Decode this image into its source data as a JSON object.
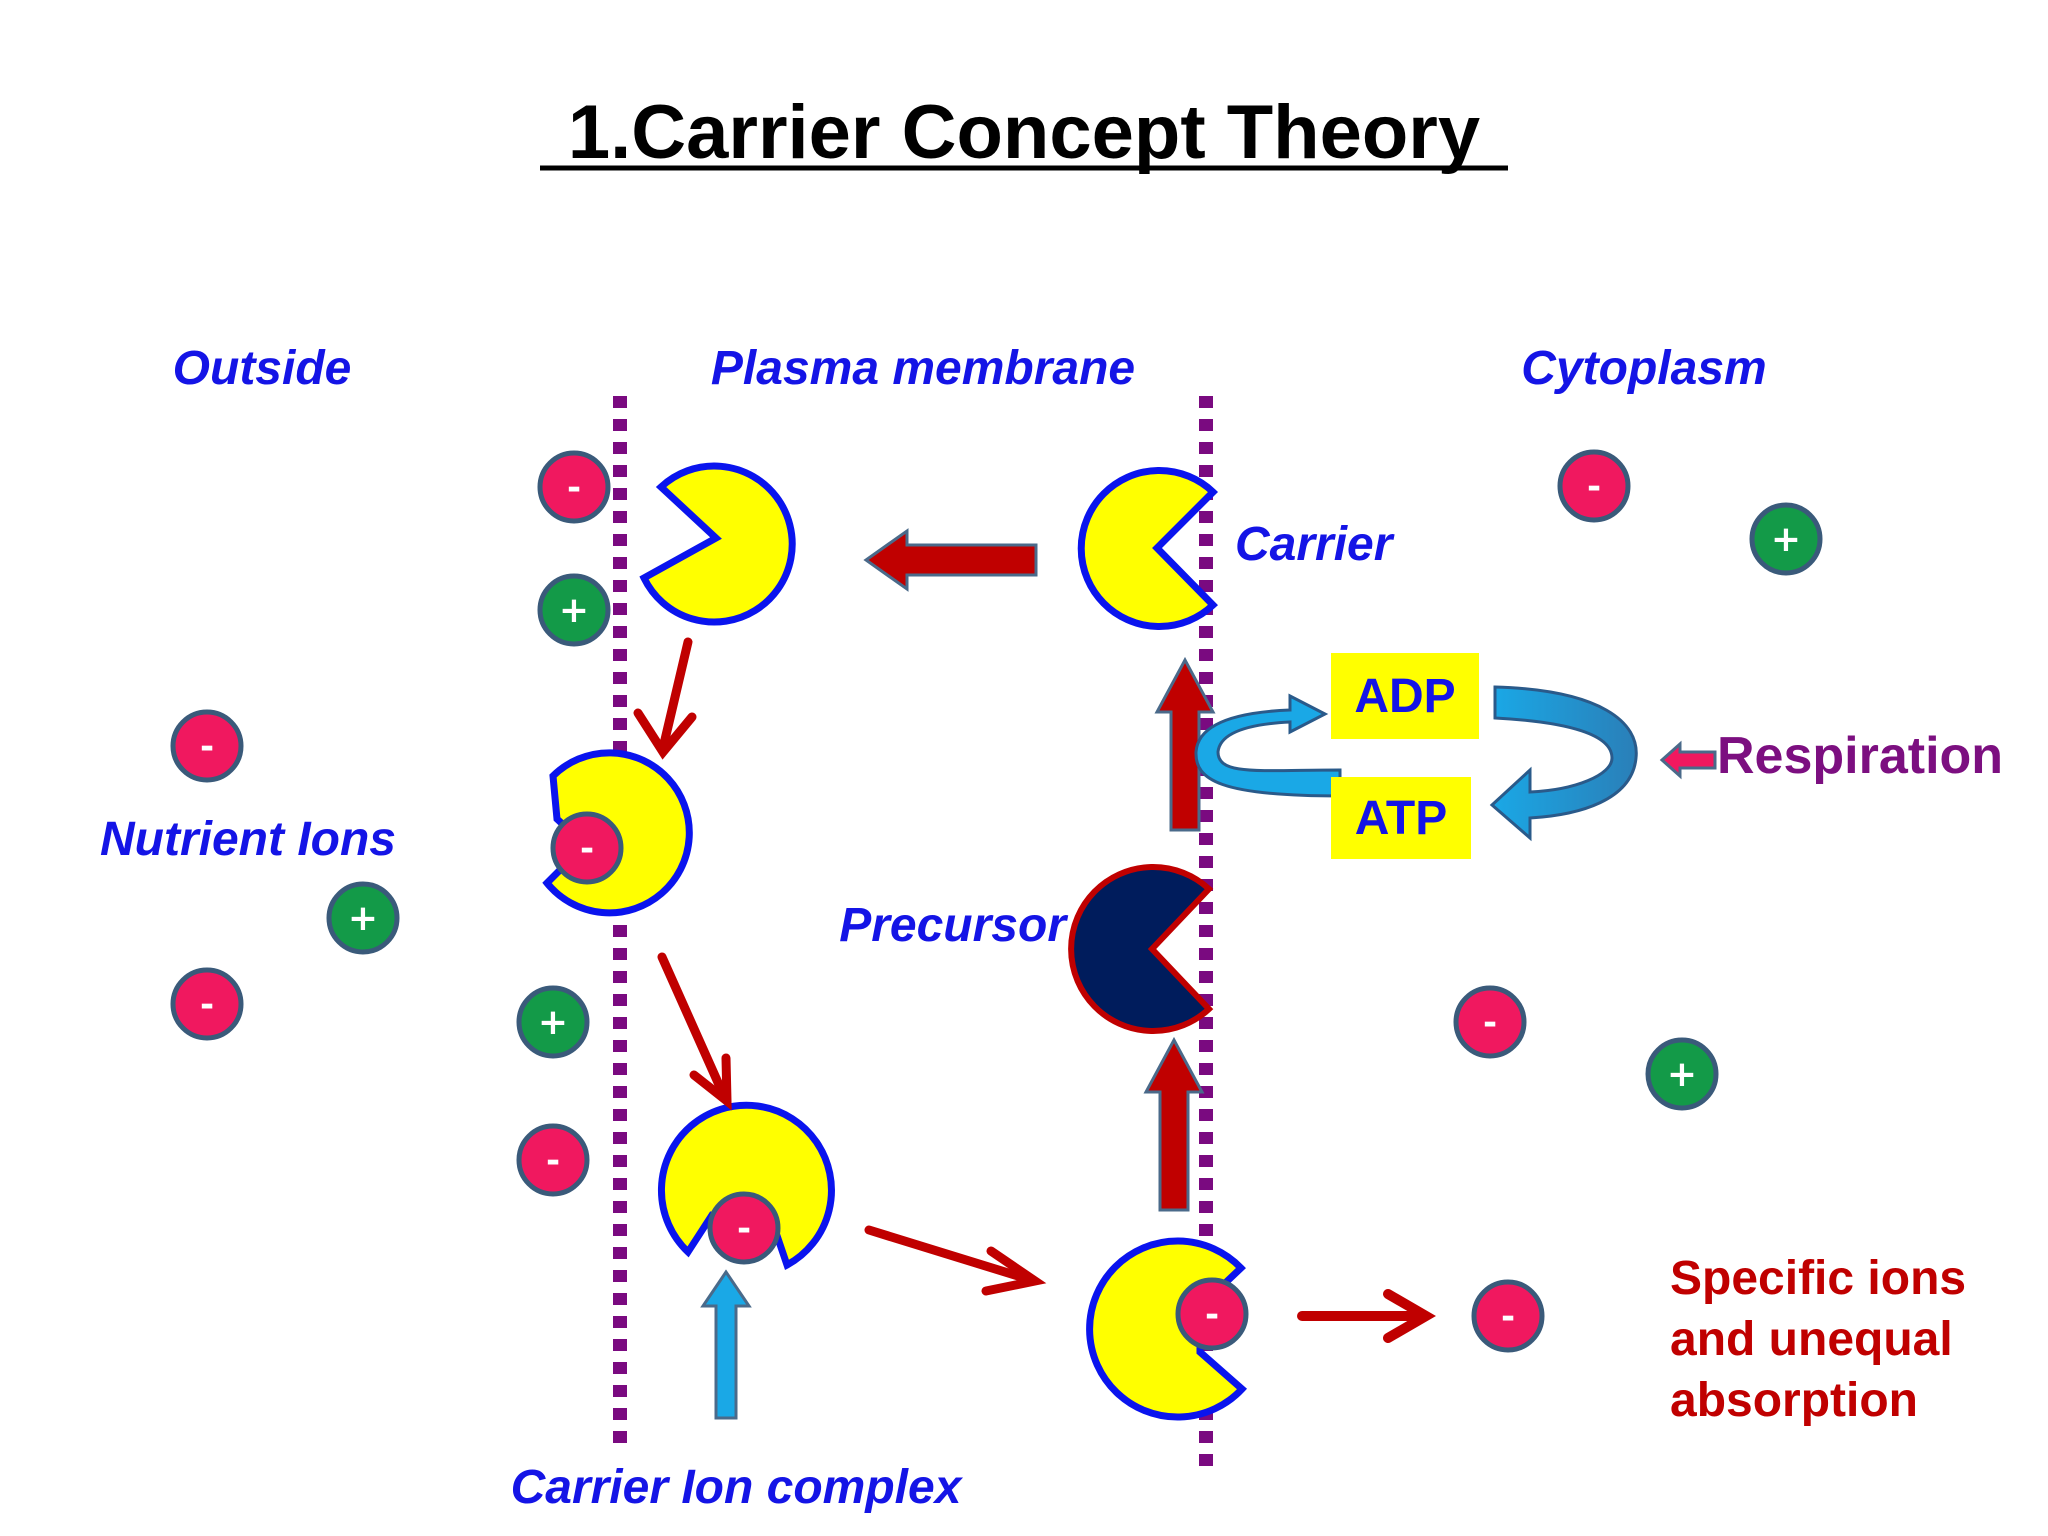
{
  "title": "1.Carrier Concept Theory",
  "regions": {
    "outside": "Outside",
    "membrane": "Plasma membrane",
    "cytoplasm": "Cytoplasm"
  },
  "labels": {
    "carrier": "Carrier",
    "nutrient_ions": "Nutrient Ions",
    "precursor": "Precursor",
    "carrier_ion_complex": "Carrier Ion complex",
    "respiration": "Respiration",
    "adp": "ADP",
    "atp": "ATP",
    "specific_ions": [
      "Specific ions",
      "and unequal",
      "absorption"
    ]
  },
  "ion_signs": {
    "negative": "-",
    "positive": "+"
  },
  "colors": {
    "membrane_dots": "#7a0a80",
    "negative_ion": "#f0185f",
    "positive_ion": "#139a48",
    "ion_border": "#3a5a7a",
    "carrier_fill": "#ffff00",
    "carrier_border": "#0a14ee",
    "precursor_fill": "#001c5c",
    "precursor_border": "#c00000",
    "arrow_red": "#c00000",
    "arrow_blue": "#1aa8e6",
    "label_blue": "#1414e6",
    "respiration_purple": "#7c0f80",
    "specific_red": "#c00000",
    "atp_box": "#ffff00"
  }
}
